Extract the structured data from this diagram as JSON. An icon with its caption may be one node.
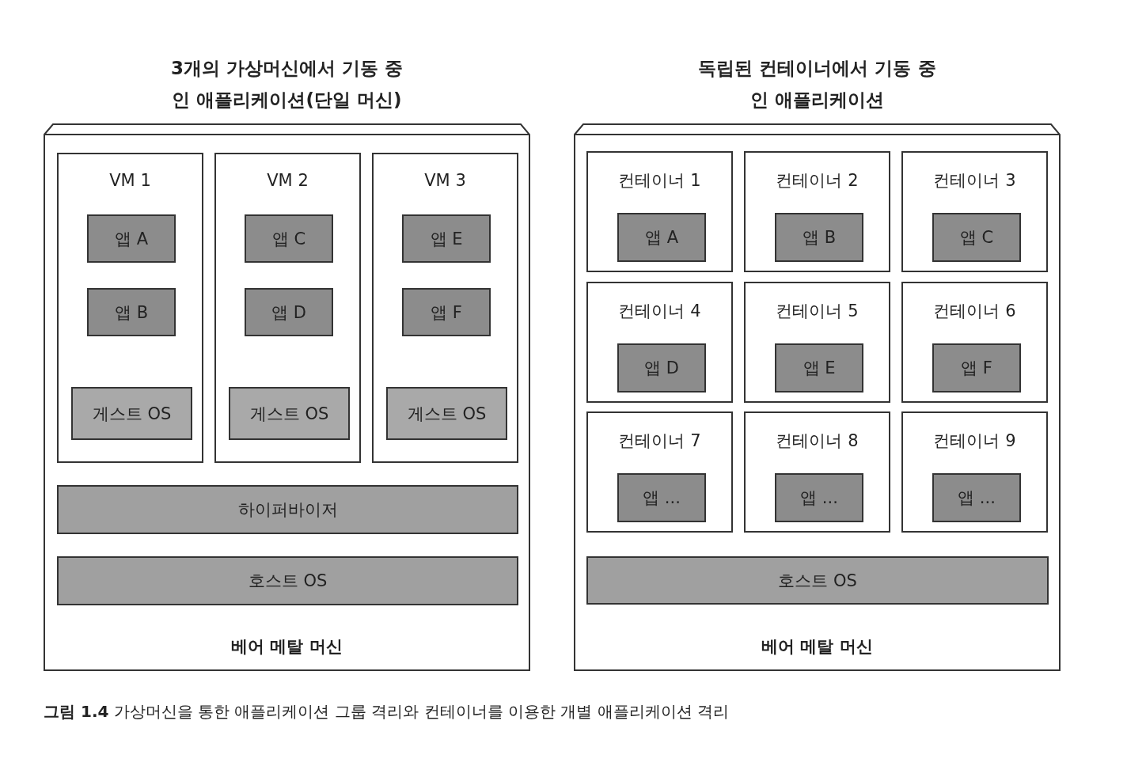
{
  "diagram": {
    "caption": "**그림 1.4** 가상머신을 통한 애플리케이션 그룹 격리와 컨테이너를 이용한 개별 애플리케이션 격리",
    "nodes": [
      {
        "text": [
          "3개의 가상머신에서 기동 중인 애플리케이션(단일 머신)",
          "베어 메탈 머신"
        ]
      },
      {
        "text": [
          "VM 1"
        ],
        "in": 0
      },
      {
        "text": [
          "앱 A"
        ],
        "in": 1
      },
      {
        "text": [
          "앱 B"
        ],
        "in": 1
      },
      {
        "text": [
          "게스트 OS"
        ],
        "in": 1
      },
      {
        "text": [
          "VM 2"
        ],
        "in": 0
      },
      {
        "text": [
          "앱 C"
        ],
        "in": 5
      },
      {
        "text": [
          "앱 D"
        ],
        "in": 5
      },
      {
        "text": [
          "게스트 OS"
        ],
        "in": 5
      },
      {
        "text": [
          "VM 3"
        ],
        "in": 0
      },
      {
        "text": [
          "앱 E"
        ],
        "in": 9
      },
      {
        "text": [
          "앱 F"
        ],
        "in": 9
      },
      {
        "text": [
          "게스트 OS"
        ],
        "in": 9
      },
      {
        "text": [
          "하이퍼바이저"
        ],
        "in": 0
      },
      {
        "text": [
          "호스트 OS"
        ],
        "in": 0
      },
      {
        "text": [
          "독립된 컨테이너에서 기동 중인 애플리케이션",
          "베어 메탈 머신"
        ]
      },
      {
        "text": [
          "컨테이너 1"
        ],
        "in": 15
      },
      {
        "text": [
          "앱 A"
        ],
        "in": 16
      },
      {
        "text": [
          "컨테이너 2"
        ],
        "in": 15
      },
      {
        "text": [
          "앱 B"
        ],
        "in": 18
      },
      {
        "text": [
          "컨테이너 3"
        ],
        "in": 15
      },
      {
        "text": [
          "앱 C"
        ],
        "in": 20
      },
      {
        "text": [
          "컨테이너 4"
        ],
        "in": 15
      },
      {
        "text": [
          "앱 D"
        ],
        "in": 22
      },
      {
        "text": [
          "컨테이너 5"
        ],
        "in": 15
      },
      {
        "text": [
          "앱 E"
        ],
        "in": 24
      },
      {
        "text": [
          "컨테이너 6"
        ],
        "in": 15
      },
      {
        "text": [
          "앱 F"
        ],
        "in": 26
      },
      {
        "text": [
          "컨테이너 7"
        ],
        "in": 15
      },
      {
        "text": [
          "앱 ..."
        ],
        "in": 28
      },
      {
        "text": [
          "컨테이너 8"
        ],
        "in": 15
      },
      {
        "text": [
          "앱 ..."
        ],
        "in": 30
      },
      {
        "text": [
          "컨테이너 9"
        ],
        "in": 15
      },
      {
        "text": [
          "앱 ..."
        ],
        "in": 32
      },
      {
        "text": [
          "호스트 OS"
        ],
        "in": 15
      }
    ]
  }
}
